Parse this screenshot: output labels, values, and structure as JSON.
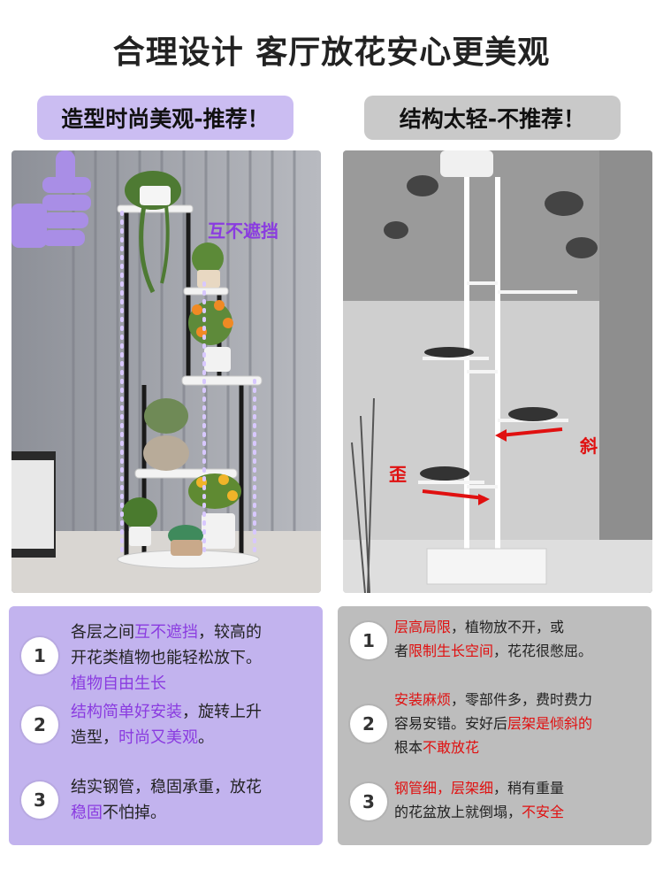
{
  "title": "合理设计 客厅放花安心更美观",
  "left": {
    "tag": "造型时尚美观-推荐！",
    "photo_label": "互不遮挡",
    "items": [
      {
        "num": "1",
        "l1a": "各层之间",
        "l1b": "互不遮挡",
        "l1c": "，较高的",
        "l2": "开花类植物也能轻松放下。",
        "l3": "植物自由生长"
      },
      {
        "num": "2",
        "l1a": "结构简单好安装",
        "l1b": "，旋转上升",
        "l2a": "造型，",
        "l2b": "时尚又美观",
        "l2c": "。"
      },
      {
        "num": "3",
        "l1": "结实钢管，稳固承重，放花",
        "l2a": "稳固",
        "l2b": "不怕掉。"
      }
    ]
  },
  "right": {
    "tag": "结构太轻-不推荐！",
    "label_slant": "斜",
    "label_crooked": "歪",
    "items": [
      {
        "num": "1",
        "l1a": "层高局限",
        "l1b": "，植物放不开，或",
        "l2a": "者",
        "l2b": "限制生长空间",
        "l2c": "，花花很憋屈。"
      },
      {
        "num": "2",
        "l1a": "安装麻烦",
        "l1b": "，零部件多，费时费力",
        "l2a": "容易安错。安好后",
        "l2b": "层架是倾斜的",
        "l3a": "根本",
        "l3b": "不敢放花"
      },
      {
        "num": "3",
        "l1a": "钢管细，层架细",
        "l1b": "，稍有重量",
        "l2a": "的花盆放上就倒塌，",
        "l2b": "不安全"
      }
    ]
  },
  "colors": {
    "purple": "#8a3be0",
    "red": "#e01010",
    "left_bg": "#c2b3ee",
    "right_bg": "#bdbdbd"
  }
}
